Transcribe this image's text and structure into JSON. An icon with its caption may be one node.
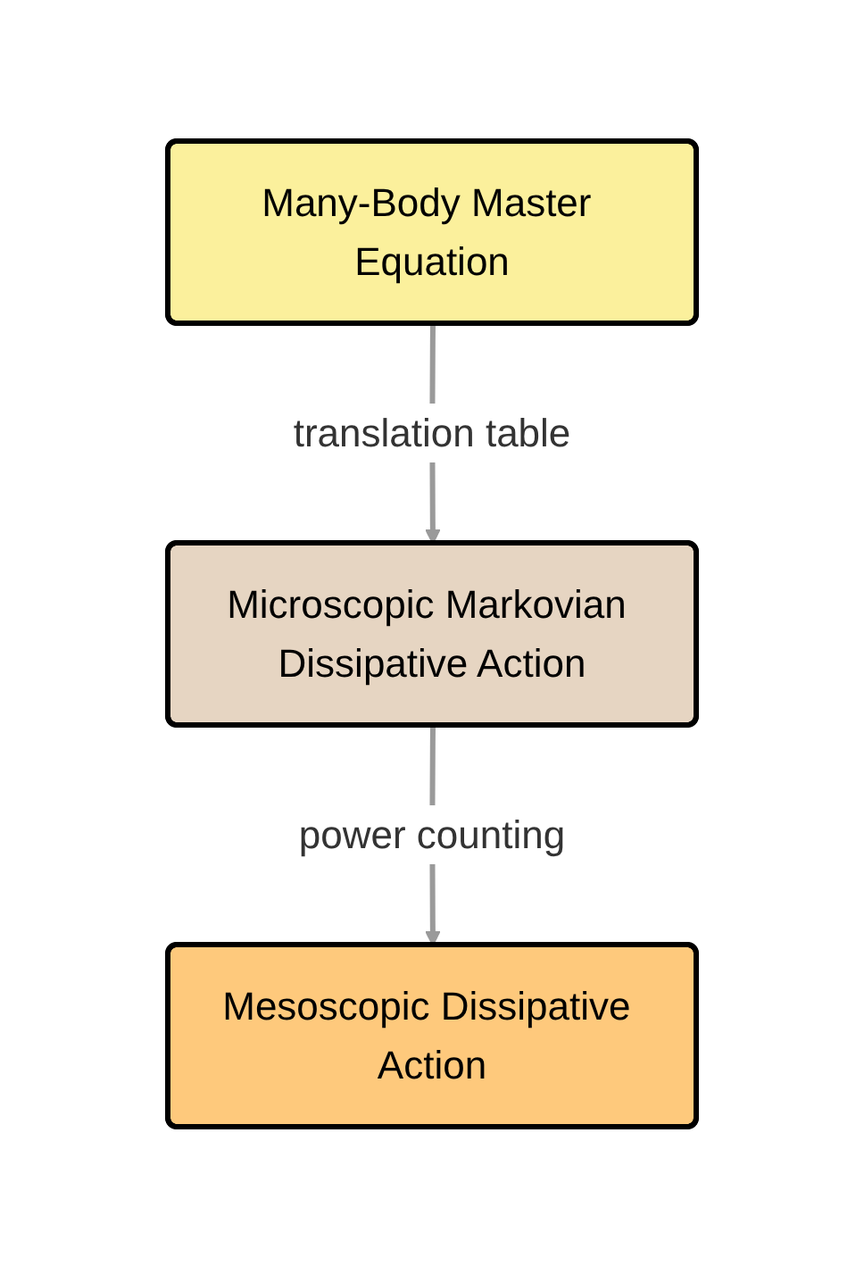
{
  "diagram": {
    "nodes": [
      {
        "text": [
          "Many-Body Master Equation"
        ]
      },
      {
        "text": [
          "Microscopic Markovian Dissipative Action"
        ]
      },
      {
        "text": [
          "Mesoscopic Dissipative Action"
        ]
      }
    ],
    "edges": [
      {
        "from": 0,
        "to": 1,
        "arrow": "to",
        "label": "translation table"
      },
      {
        "from": 1,
        "to": 2,
        "arrow": "to",
        "label": "power counting"
      }
    ]
  }
}
